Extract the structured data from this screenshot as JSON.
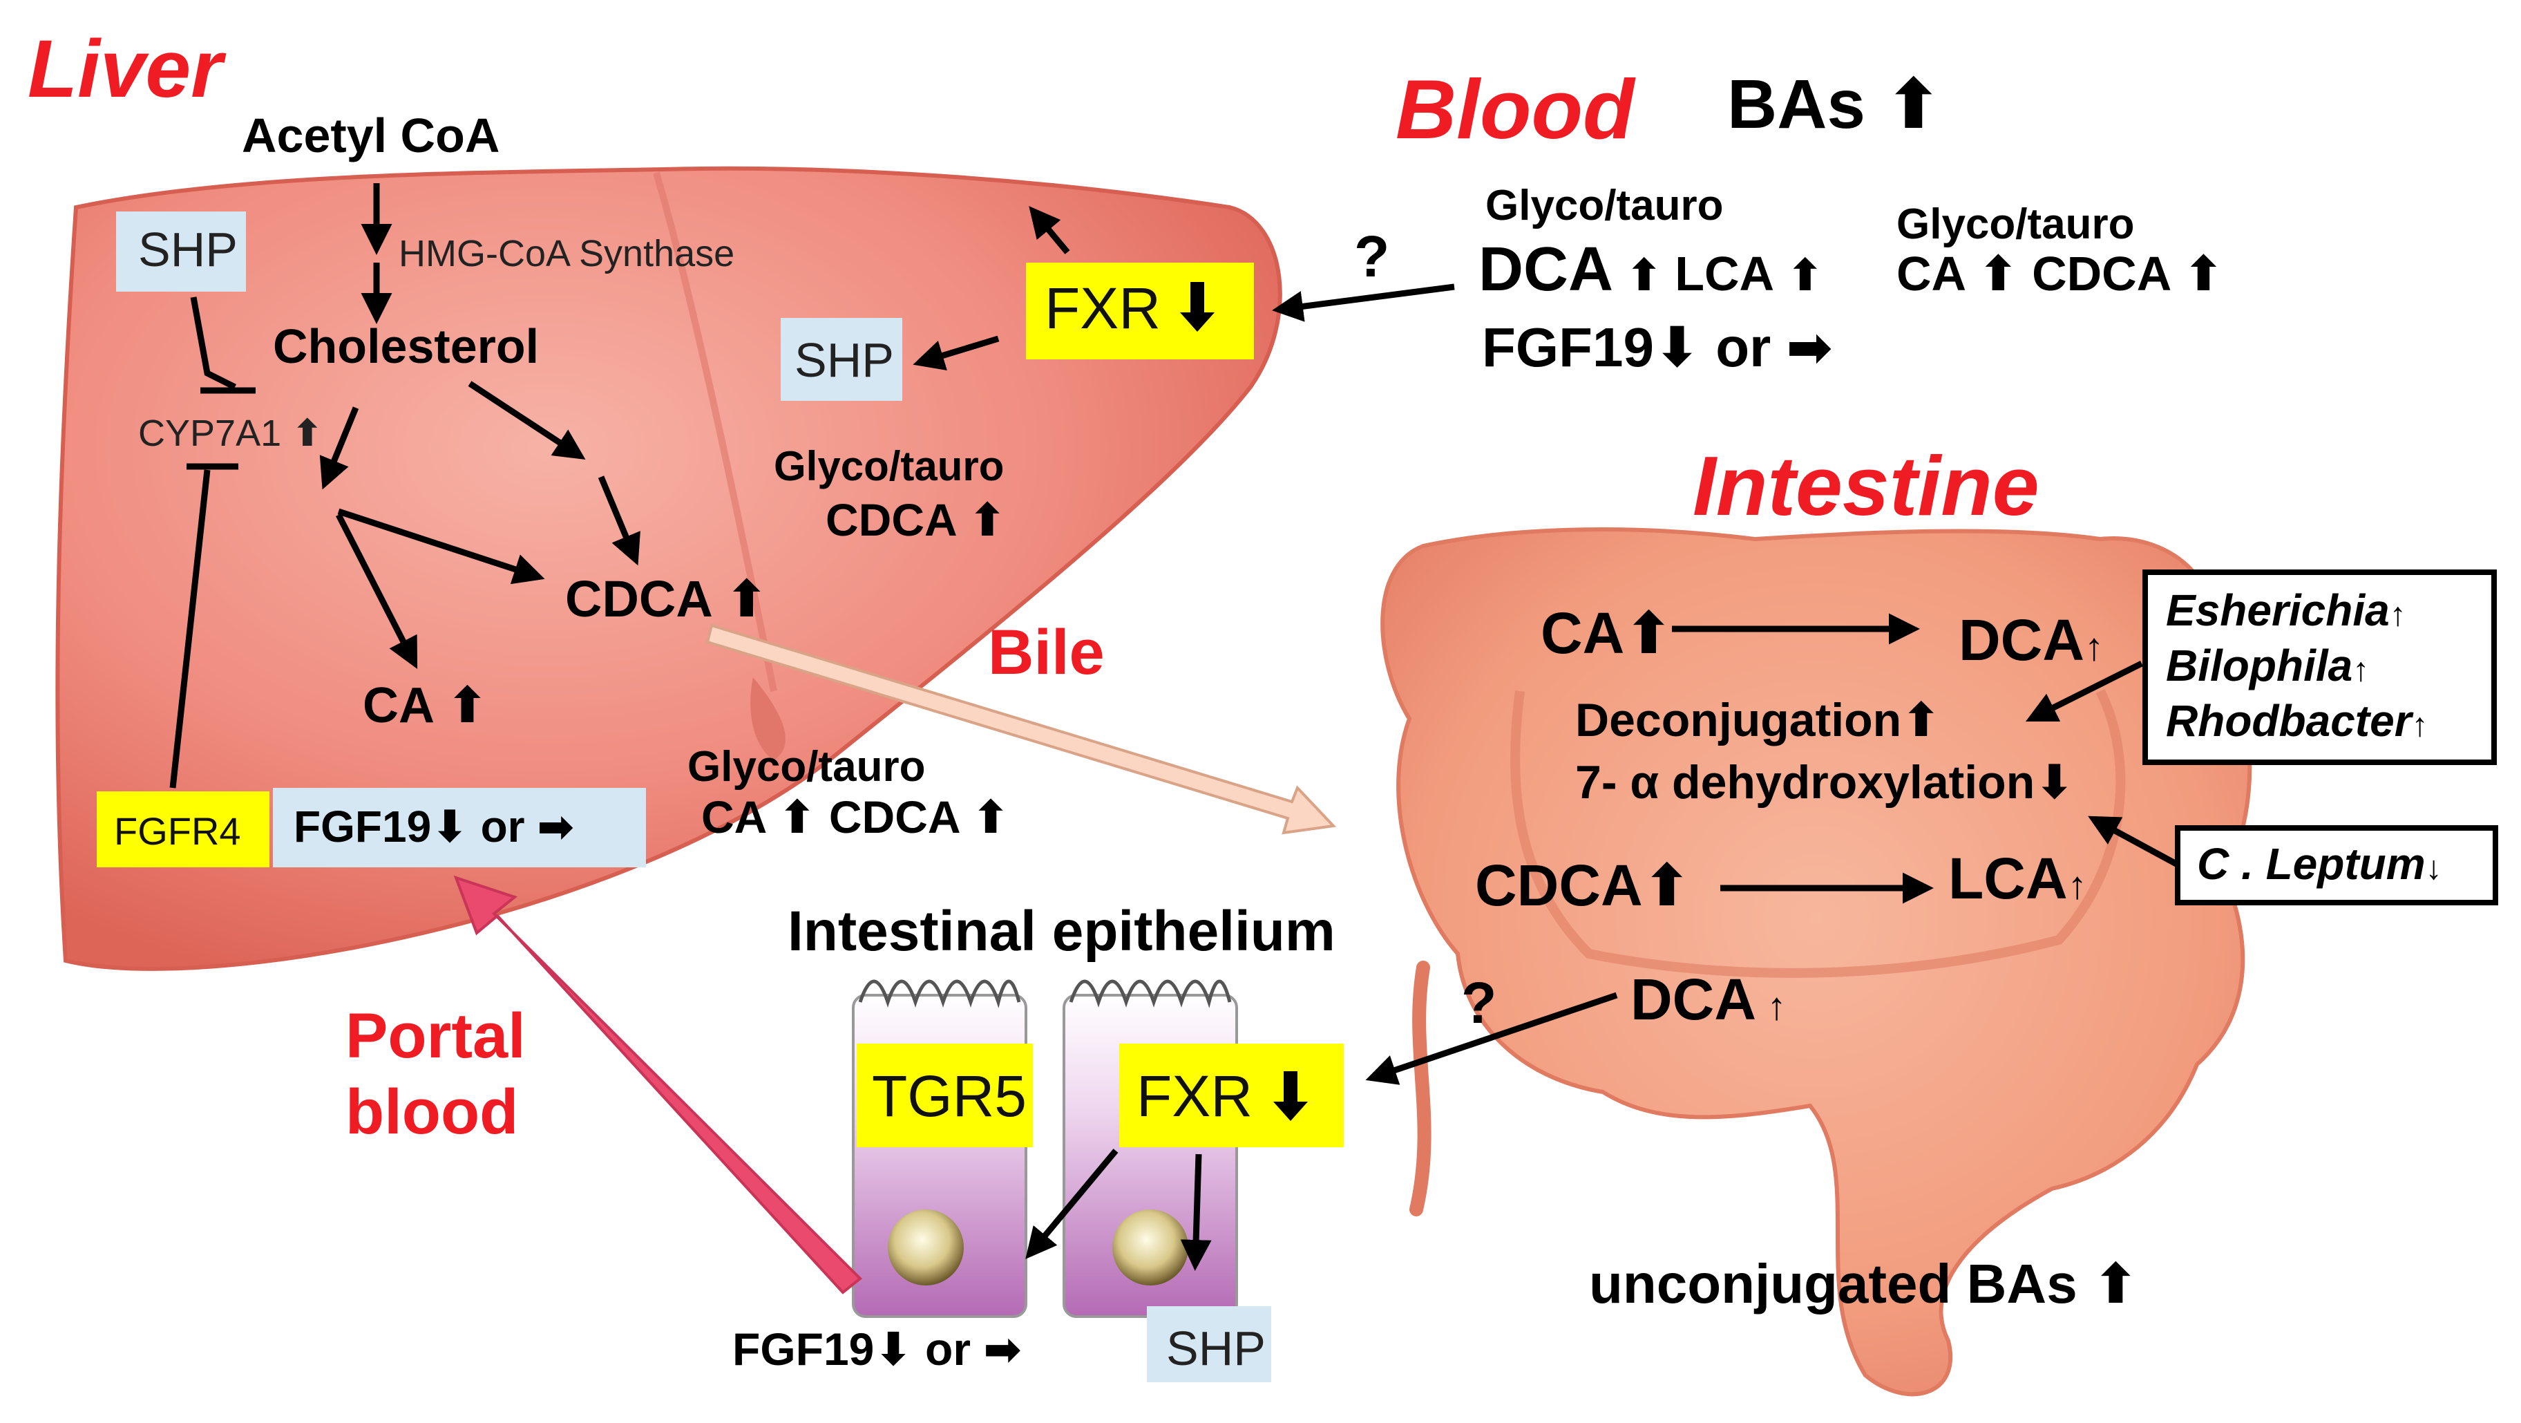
{
  "liver": {
    "title": "Liver",
    "acetyl_coa": "Acetyl CoA",
    "hmg": "HMG-CoA Synthase",
    "shp": "SHP",
    "cholesterol": "Cholesterol",
    "cyp7a1": "CYP7A1",
    "fxr": "FXR",
    "shp2": "SHP",
    "glyco1": "Glyco/tauro",
    "cdca_line": "CDCA",
    "cdca": "CDCA",
    "ca": "CA",
    "fgfr4": "FGFR4",
    "fgf19": "FGF19",
    "or": "or"
  },
  "blood": {
    "title": "Blood",
    "bas": "BAs",
    "question": "?",
    "glyco_a": "Glyco/tauro",
    "dca": "DCA",
    "lca": "LCA",
    "glyco_b": "Glyco/tauro",
    "ca": "CA",
    "cdca": "CDCA",
    "fgf19": "FGF19",
    "or": "or"
  },
  "bile": {
    "label": "Bile",
    "glyco": "Glyco/tauro",
    "ca": "CA",
    "cdca": "CDCA"
  },
  "intestine": {
    "title": "Intestine",
    "ca": "CA",
    "dca": "DCA",
    "deconj": "Deconjugation",
    "dehydrox": "7- α  dehydroxylation",
    "cdca": "CDCA",
    "lca": "LCA",
    "dca2": "DCA",
    "question": "?",
    "unconj": "unconjugated BAs",
    "bacteria": [
      "Esherichia",
      "Bilophila",
      "Rhodbacter"
    ],
    "c_leptum": "C . Leptum"
  },
  "epithelium": {
    "title": "Intestinal epithelium",
    "tgr5": "TGR5",
    "fxr": "FXR",
    "fgf19": "FGF19",
    "or": "or",
    "shp": "SHP"
  },
  "portal": {
    "line1": "Portal",
    "line2": "blood"
  },
  "colors": {
    "liver": "#ef8c7f",
    "liver_dark": "#e2685c",
    "intestine": "#f3a182",
    "intestine_dark": "#e98a6d",
    "red_label": "#ef1c24",
    "highlight_yellow": "#ffff00",
    "highlight_blue": "#d6e7f4",
    "portal_arrow": "#ea4a6d"
  }
}
